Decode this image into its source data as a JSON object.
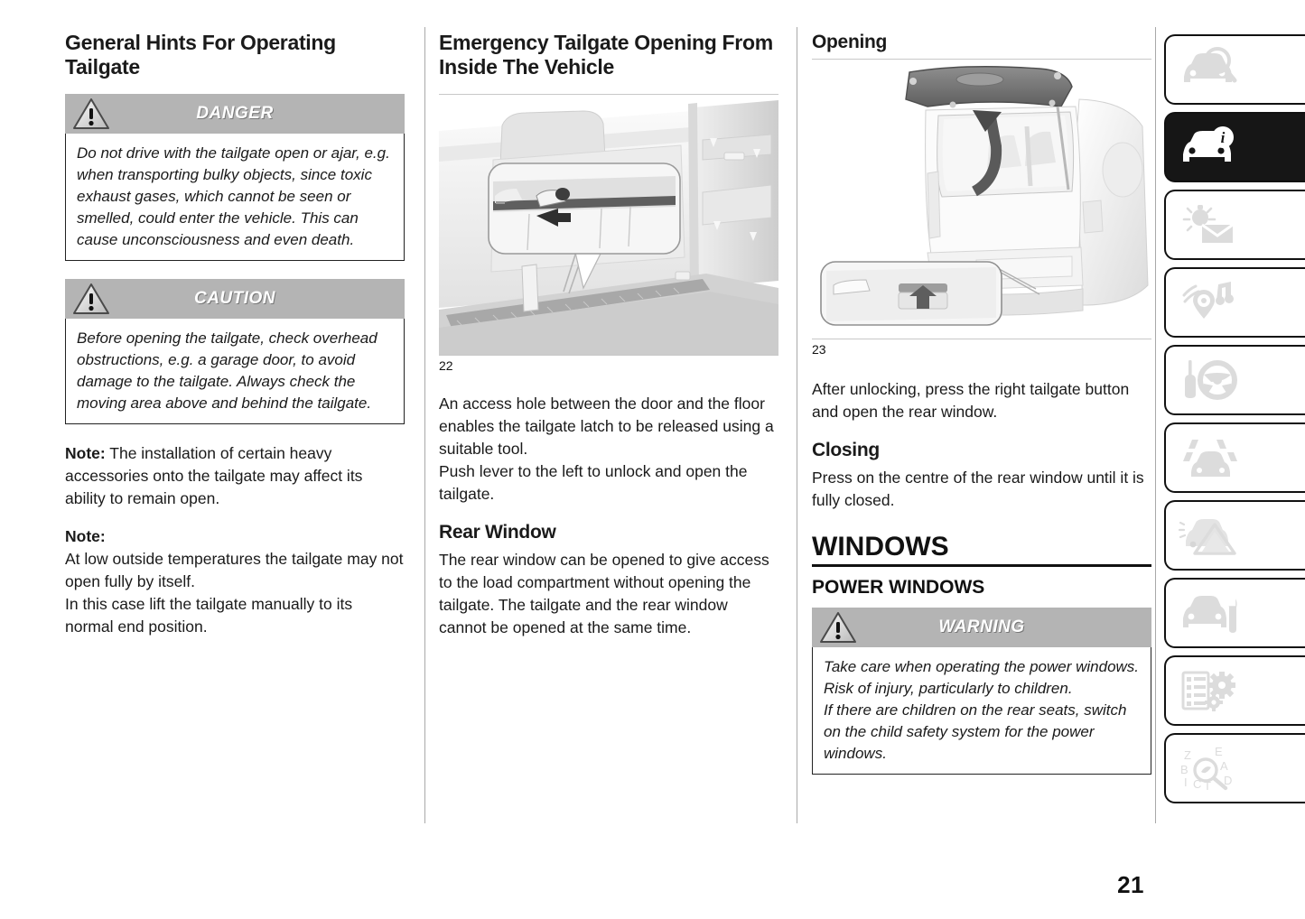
{
  "page": {
    "number": "21"
  },
  "column1": {
    "title": "General Hints For Operating Tailgate",
    "danger": {
      "label": "DANGER",
      "text": "Do not drive with the tailgate open or ajar, e.g. when transporting bulky objects, since toxic exhaust gases, which cannot be seen or smelled, could enter the vehicle. This can cause unconsciousness and even death."
    },
    "caution": {
      "label": "CAUTION",
      "text": "Before opening the tailgate, check overhead obstructions, e.g. a garage door, to avoid damage to the tailgate. Always check the moving area above and behind the tailgate."
    },
    "note1_label": "Note:",
    "note1_text": "The installation of certain heavy accessories onto the tailgate may affect its ability to remain open.",
    "note2_label": "Note:",
    "note2_line1": "At low outside temperatures the tailgate may not open fully by itself.",
    "note2_line2": "In this case lift the tailgate manually to its normal end position."
  },
  "column2": {
    "title": "Emergency Tailgate Opening From Inside The Vehicle",
    "figure": {
      "number": "22",
      "caption": "vehicle-interior-tailgate-access-hole"
    },
    "para1_line1": "An access hole between the door and the floor enables the tailgate latch to be released using a suitable tool.",
    "para1_line2": "Push lever to the left to unlock and open the tailgate.",
    "rear_window_title": "Rear Window",
    "rear_window_text": "The rear window can be opened to give access to the load compartment without opening the tailgate. The tailgate and the rear window cannot be opened at the same time."
  },
  "column3": {
    "opening_title": "Opening",
    "figure": {
      "number": "23",
      "caption": "rear-tailgate-window-open-button"
    },
    "opening_text": "After unlocking, press the right tailgate button and open the rear window.",
    "closing_title": "Closing",
    "closing_text": "Press on the centre of the rear window until it is fully closed.",
    "windows_title": "WINDOWS",
    "power_windows_title": "POWER WINDOWS",
    "warning": {
      "label": "WARNING",
      "line1": "Take care when operating the power windows. Risk of injury, particularly to children.",
      "line2": "If there are children on the rear seats, switch on the child safety system for the power windows."
    }
  },
  "sidebar": {
    "tabs": [
      {
        "name": "vehicle-search",
        "icon": "car-magnifier-icon",
        "active": false
      },
      {
        "name": "vehicle-info",
        "icon": "car-info-icon",
        "active": true
      },
      {
        "name": "climate-light",
        "icon": "sun-envelope-icon",
        "active": false
      },
      {
        "name": "infotainment",
        "icon": "music-location-icon",
        "active": false
      },
      {
        "name": "driving",
        "icon": "steering-wheel-icon",
        "active": false
      },
      {
        "name": "driver-assist",
        "icon": "lane-car-icon",
        "active": false
      },
      {
        "name": "breakdown",
        "icon": "car-warning-icon",
        "active": false
      },
      {
        "name": "service",
        "icon": "car-wrench-icon",
        "active": false
      },
      {
        "name": "specifications",
        "icon": "list-gears-icon",
        "active": false
      },
      {
        "name": "index",
        "icon": "alphabet-search-icon",
        "active": false
      }
    ]
  },
  "colors": {
    "banner_gray": "#b4b4b4",
    "rule_black": "#111111",
    "tab_active": "#161616",
    "icon_gray": "#dcdcdc"
  }
}
